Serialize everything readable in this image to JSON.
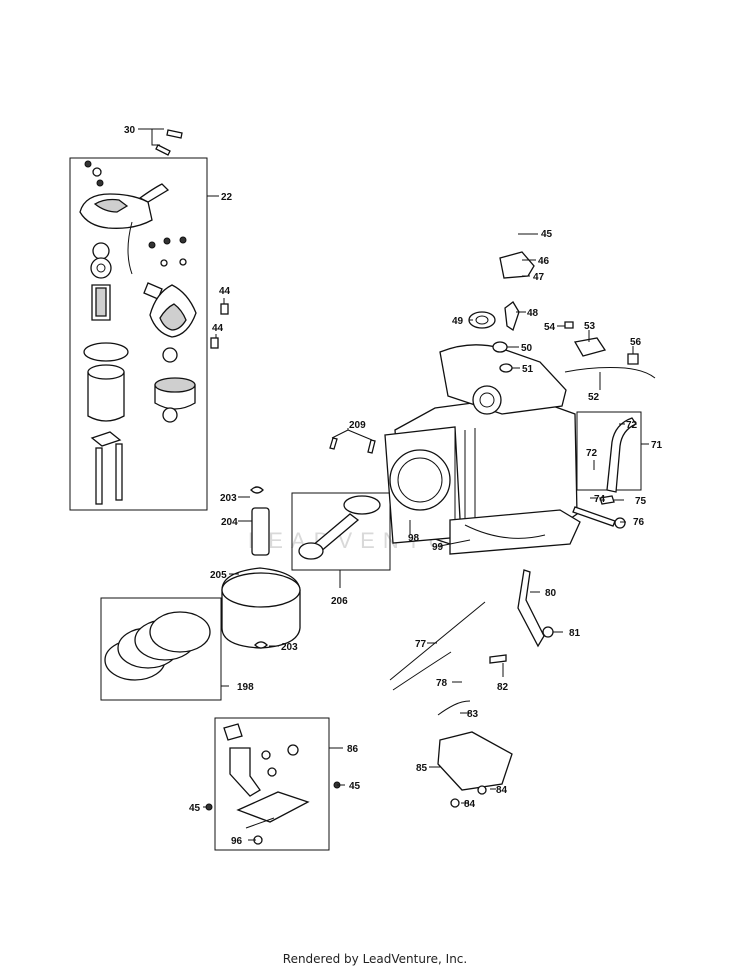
{
  "labels": {
    "l30": "30",
    "l22": "22",
    "l44a": "44",
    "l44b": "44",
    "l45a": "45",
    "l46": "46",
    "l47": "47",
    "l48": "48",
    "l49": "49",
    "l50": "50",
    "l51": "51",
    "l52": "52",
    "l53": "53",
    "l54": "54",
    "l56": "56",
    "l71": "71",
    "l72a": "72",
    "l72b": "72",
    "l74": "74",
    "l75": "75",
    "l76": "76",
    "l98": "98",
    "l99": "99",
    "l203a": "203",
    "l204": "204",
    "l205": "205",
    "l206": "206",
    "l209": "209",
    "l203b": "203",
    "l198": "198",
    "l77": "77",
    "l78": "78",
    "l80": "80",
    "l81": "81",
    "l82": "82",
    "l83": "83",
    "l84a": "84",
    "l84b": "84",
    "l85": "85",
    "l86": "86",
    "l45b": "45",
    "l45c": "45",
    "l96": "96"
  },
  "watermark": "LEADVENTURE",
  "footer": "Rendered by LeadVenture, Inc."
}
